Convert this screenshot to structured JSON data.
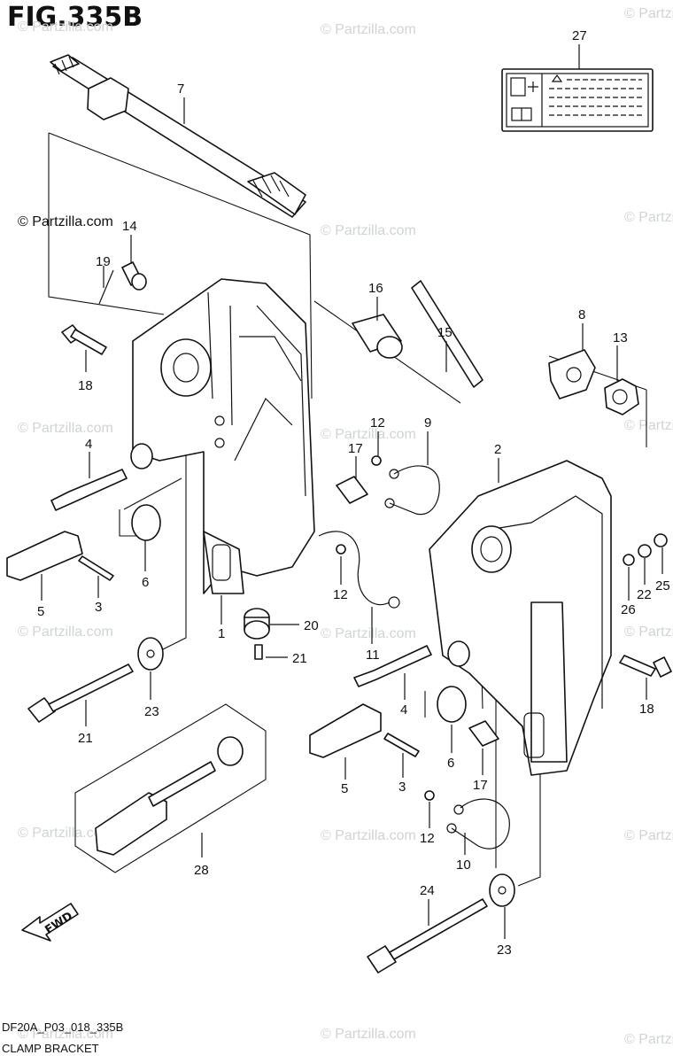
{
  "figure_title": "FIG.335B",
  "footer": {
    "code": "DF20A_P03_018_335B",
    "section": "CLAMP BRACKET"
  },
  "watermark": "© Partzilla.com",
  "fwd_label": "FWD",
  "callouts": {
    "c1": "1",
    "c2": "2",
    "c3a": "3",
    "c3b": "3",
    "c4a": "4",
    "c4b": "4",
    "c5a": "5",
    "c5b": "5",
    "c6a": "6",
    "c6b": "6",
    "c7": "7",
    "c8": "8",
    "c9": "9",
    "c10": "10",
    "c11": "11",
    "c12a": "12",
    "c12b": "12",
    "c12c": "12",
    "c13": "13",
    "c14": "14",
    "c15": "15",
    "c16": "16",
    "c17a": "17",
    "c17b": "17",
    "c18a": "18",
    "c18b": "18",
    "c19": "19",
    "c20": "20",
    "c21a": "21",
    "c21b": "21",
    "c22": "22",
    "c23a": "23",
    "c23b": "23",
    "c24": "24",
    "c25": "25",
    "c26": "26",
    "c27": "27",
    "c28": "28"
  }
}
